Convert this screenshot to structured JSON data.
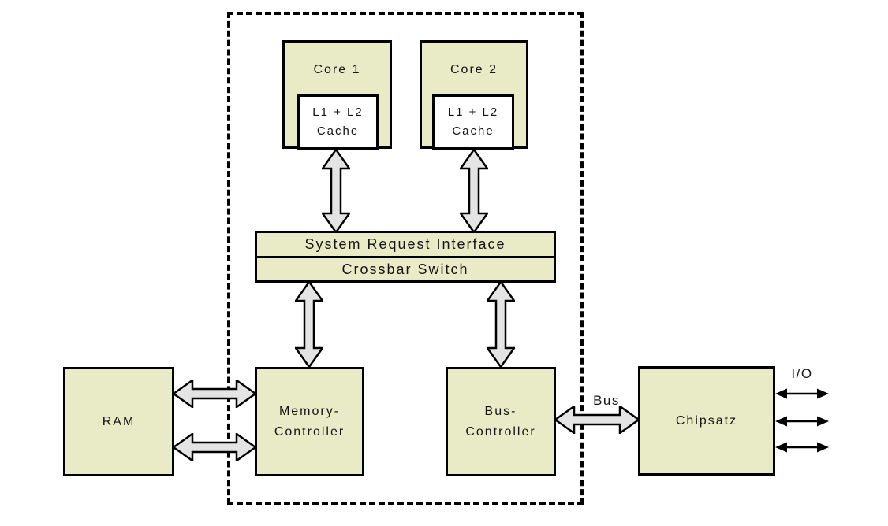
{
  "colors": {
    "background": "#ffffff",
    "box_fill": "#e9ebc6",
    "arrow_fill": "#e4e4e4",
    "border": "#000000",
    "text": "#151515"
  },
  "nodes": {
    "core1": {
      "label": "Core 1"
    },
    "core2": {
      "label": "Core 2"
    },
    "cache1": {
      "line1": "L1 + L2",
      "line2": "Cache"
    },
    "cache2": {
      "line1": "L1 + L2",
      "line2": "Cache"
    },
    "sri": {
      "label": "System Request Interface"
    },
    "crossbar": {
      "label": "Crossbar Switch"
    },
    "ram": {
      "label": "RAM"
    },
    "memory_controller": {
      "line1": "Memory-",
      "line2": "Controller"
    },
    "bus_controller": {
      "line1": "Bus-",
      "line2": "Controller"
    },
    "chipsatz": {
      "label": "Chipsatz"
    }
  },
  "labels": {
    "bus": "Bus",
    "io": "I/O"
  },
  "connections": [
    {
      "from": "Core 1 L1 + L2 Cache",
      "to": "System Request Interface",
      "style": "block-double-arrow"
    },
    {
      "from": "Core 2 L1 + L2 Cache",
      "to": "System Request Interface",
      "style": "block-double-arrow"
    },
    {
      "from": "Crossbar Switch",
      "to": "Memory-Controller",
      "style": "block-double-arrow"
    },
    {
      "from": "Crossbar Switch",
      "to": "Bus-Controller",
      "style": "block-double-arrow"
    },
    {
      "from": "RAM",
      "to": "Memory-Controller",
      "style": "block-double-arrow",
      "count": 2
    },
    {
      "from": "Bus-Controller",
      "to": "Chipsatz",
      "style": "block-double-arrow",
      "label": "Bus"
    },
    {
      "from": "Chipsatz",
      "to": "I/O",
      "style": "thin-double-arrow",
      "count": 3
    }
  ]
}
